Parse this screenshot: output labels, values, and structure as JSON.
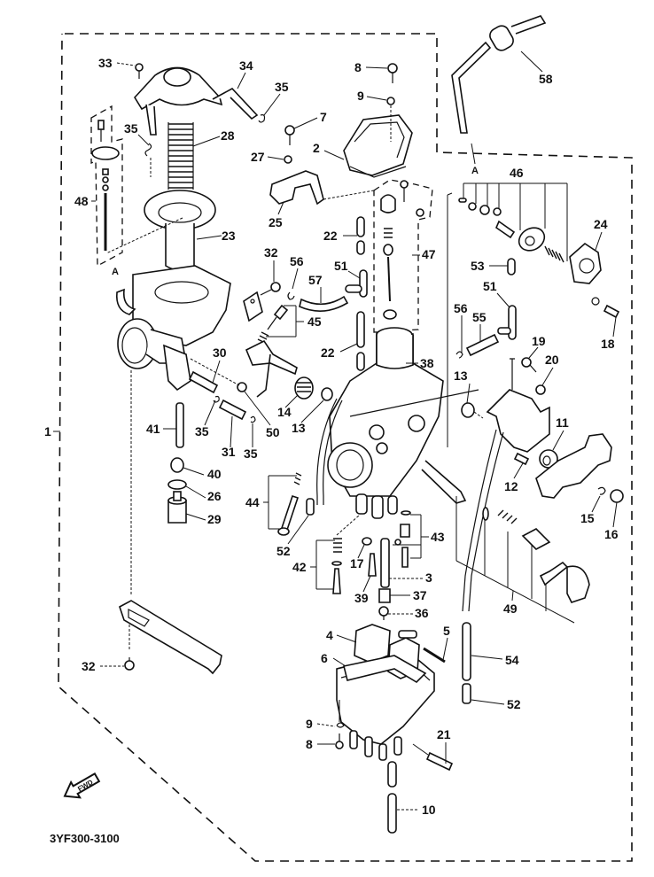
{
  "diagram": {
    "title_code": "3YF300-3100",
    "fwd_label": "FWD",
    "assembly_label": "1",
    "connection_marker": "A"
  },
  "callouts": {
    "c1": "1",
    "c2": "2",
    "c3": "3",
    "c4": "4",
    "c5": "5",
    "c6": "6",
    "c7": "7",
    "c8a": "8",
    "c8b": "8",
    "c9a": "9",
    "c9b": "9",
    "c10": "10",
    "c11": "11",
    "c12": "12",
    "c13a": "13",
    "c13b": "13",
    "c14": "14",
    "c15": "15",
    "c16": "16",
    "c17": "17",
    "c18": "18",
    "c19": "19",
    "c20": "20",
    "c21": "21",
    "c22a": "22",
    "c22b": "22",
    "c23": "23",
    "c24": "24",
    "c25": "25",
    "c26": "26",
    "c27": "27",
    "c28": "28",
    "c29": "29",
    "c30": "30",
    "c31": "31",
    "c32a": "32",
    "c32b": "32",
    "c33": "33",
    "c34": "34",
    "c35a": "35",
    "c35b": "35",
    "c35c": "35",
    "c35d": "35",
    "c36": "36",
    "c37": "37",
    "c38": "38",
    "c39": "39",
    "c40": "40",
    "c41": "41",
    "c42": "42",
    "c43": "43",
    "c44": "44",
    "c45": "45",
    "c46": "46",
    "c47": "47",
    "c48": "48",
    "c49": "49",
    "c50": "50",
    "c51a": "51",
    "c51b": "51",
    "c52a": "52",
    "c52b": "52",
    "c53": "53",
    "c54": "54",
    "c55": "55",
    "c56a": "56",
    "c56b": "56",
    "c57": "57",
    "c58": "58",
    "markerA1": "A",
    "markerA2": "A"
  }
}
